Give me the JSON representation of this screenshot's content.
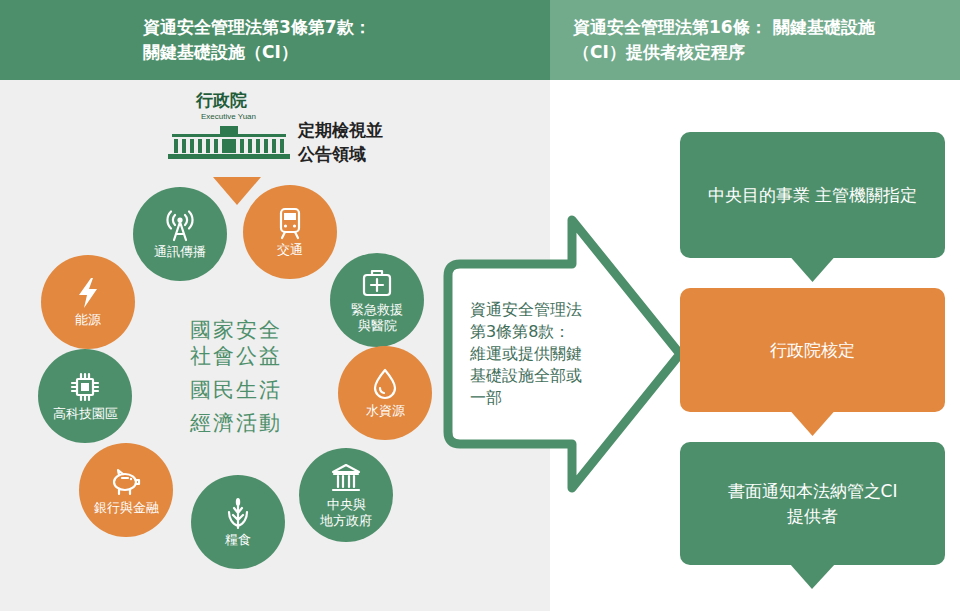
{
  "diagram": {
    "nodes": [
      {
        "text": [
          "資通安全管理法第3條第7款： 關鍵基礎設施（CI）"
        ]
      },
      {
        "text": [
          "資通安全管理法第16條： 關鍵基礎設施（CI）提供者核定程序"
        ]
      },
      {
        "text": [
          "通訊傳播"
        ]
      },
      {
        "text": [
          "交通"
        ]
      },
      {
        "text": [
          "能源"
        ]
      },
      {
        "text": [
          "緊急救援 與醫院"
        ]
      },
      {
        "text": [
          "高科技園區"
        ]
      },
      {
        "text": [
          "水資源"
        ]
      },
      {
        "text": [
          "銀行與金融"
        ]
      },
      {
        "text": [
          "中央與 地方政府"
        ]
      },
      {
        "text": [
          "糧食"
        ]
      },
      {
        "text": [
          "資通安全管理法 第3條第8款： 維運或提供關鍵 基礎設施全部或 一部"
        ]
      },
      {
        "text": [
          "中央目的事業 主管機關指定"
        ]
      },
      {
        "text": [
          "行政院核定"
        ]
      },
      {
        "text": [
          "書面通知本法納管之CI 提供者"
        ]
      }
    ],
    "edges": [
      {
        "from": 12,
        "to": 13,
        "arrow": "to"
      },
      {
        "from": 13,
        "to": 14,
        "arrow": "to"
      }
    ],
    "labels": [
      "行政院",
      "Executive Yuan",
      "定期檢視並 公告領域",
      "國家安全",
      "社會公益",
      "國民生活",
      "經濟活動"
    ]
  }
}
